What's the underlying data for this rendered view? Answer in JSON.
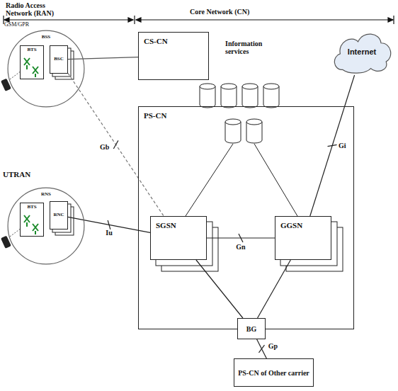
{
  "diagram": {
    "nodes": [
      {
        "text": [
          "BSS"
        ]
      },
      {
        "text": [
          "BTS"
        ],
        "in": 0
      },
      {
        "text": [
          "BSC"
        ],
        "in": 0
      },
      {
        "text": [
          "RNS"
        ]
      },
      {
        "text": [
          "BTS"
        ],
        "in": 3
      },
      {
        "text": [
          "RNC"
        ],
        "in": 3
      },
      {
        "text": [
          "CS-CN"
        ]
      },
      {
        "text": [
          "PS-CN"
        ]
      },
      {
        "text": [
          "SGSN"
        ],
        "in": 7
      },
      {
        "text": [
          "GGSN"
        ],
        "in": 7
      },
      {
        "text": [
          "BG"
        ],
        "in": 7
      },
      {
        "text": [
          "Internet"
        ]
      },
      {
        "text": [
          "PS-CN of Other carrier"
        ]
      }
    ],
    "edges": [
      {
        "from": 2,
        "to": 6,
        "arrow": "none"
      },
      {
        "from": 2,
        "to": 8,
        "label": "Gb",
        "arrow": "none"
      },
      {
        "from": 5,
        "to": 8,
        "label": "Iu",
        "arrow": "none"
      },
      {
        "from": 8,
        "to": 9,
        "label": "Gn",
        "arrow": "none"
      },
      {
        "from": 9,
        "to": 11,
        "label": "Gi",
        "arrow": "none"
      },
      {
        "from": 8,
        "to": 10,
        "arrow": "none"
      },
      {
        "from": 9,
        "to": 10,
        "arrow": "none"
      },
      {
        "from": 10,
        "to": 12,
        "label": "Gp",
        "arrow": "none"
      }
    ],
    "labels": [
      "Radio Access Network (RAN)",
      "Core Network (CN)",
      "GSM/GPR",
      "Information services",
      "UTRAN"
    ]
  }
}
